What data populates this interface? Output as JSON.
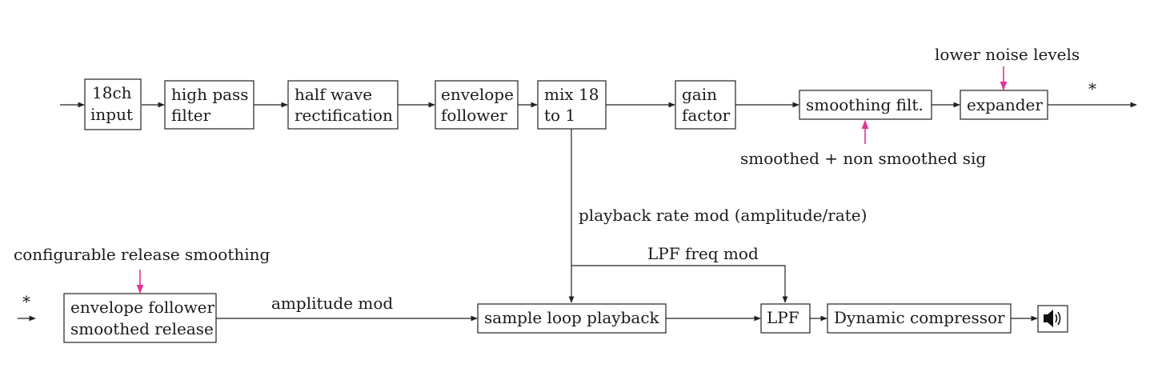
{
  "colors": {
    "line": "#222222",
    "accent": "#e0359b",
    "background": "#ffffff"
  },
  "nodes": {
    "input_18ch": {
      "line1": "18ch",
      "line2": "input"
    },
    "high_pass": {
      "line1": "high pass",
      "line2": "filter"
    },
    "half_wave": {
      "line1": "half wave",
      "line2": "rectification"
    },
    "envelope_follower": {
      "line1": "envelope",
      "line2": "follower"
    },
    "mix": {
      "line1": "mix 18",
      "line2": "to 1"
    },
    "gain": {
      "line1": "gain",
      "line2": "factor"
    },
    "smoothing": {
      "label": "smoothing filt."
    },
    "expander": {
      "label": "expander"
    },
    "env_smoothed": {
      "line1": "envelope follower",
      "line2": "smoothed release"
    },
    "sample_loop": {
      "label": "sample loop playback"
    },
    "lpf": {
      "label": "LPF"
    },
    "compressor": {
      "label": "Dynamic compressor"
    },
    "speaker": {
      "icon": "speaker-icon"
    }
  },
  "annotations": {
    "lower_noise": "lower noise levels",
    "smoothed_sig": "smoothed + non smoothed sig",
    "playback_rate": "playback rate mod (amplitude/rate)",
    "lpf_freq": "LPF freq mod",
    "config_release": "configurable release smoothing",
    "amplitude_mod": "amplitude mod",
    "continuation_top": "*",
    "continuation_bottom": "*"
  }
}
